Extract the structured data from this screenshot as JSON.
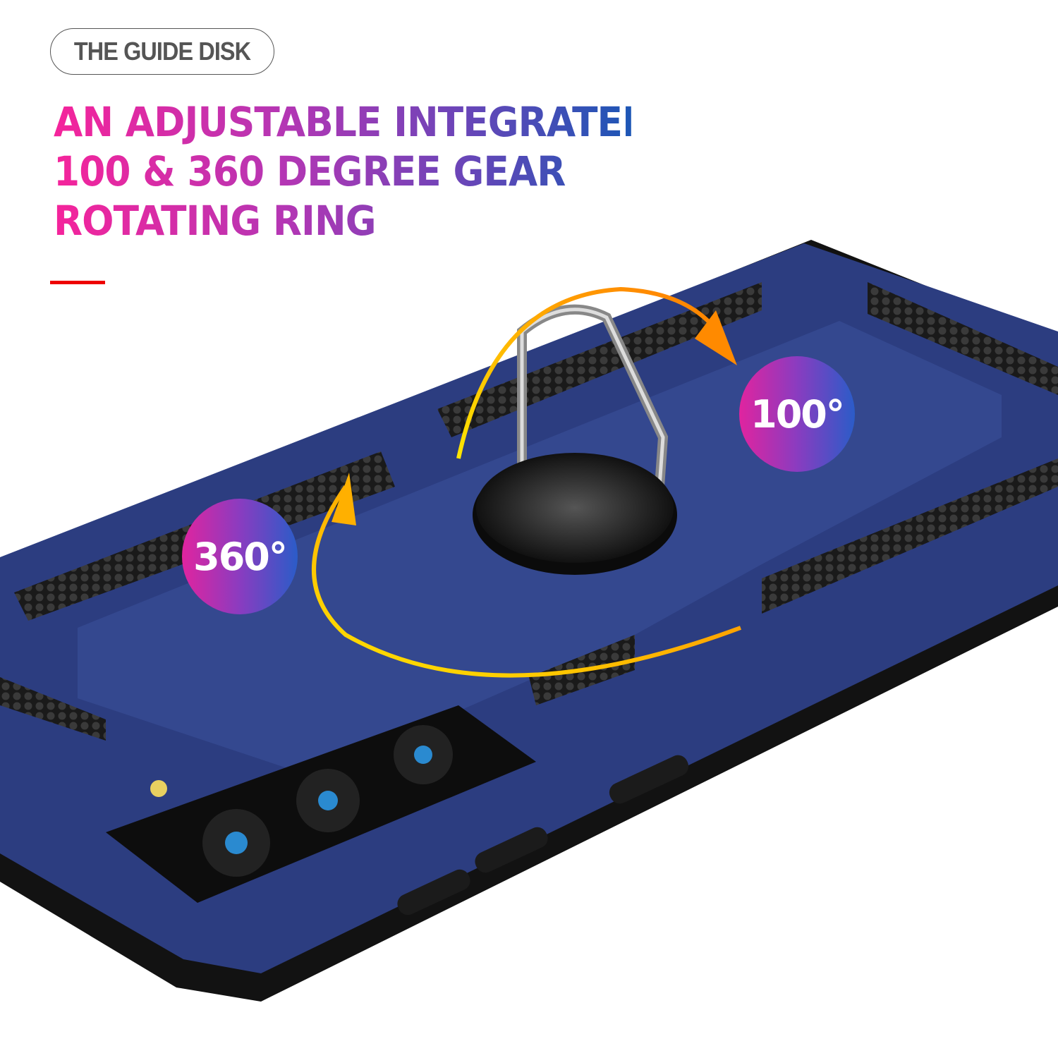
{
  "tag": "THE GUIDE DISK",
  "headline": [
    "AN ADJUSTABLE INTEGRATED",
    "100 & 360 DEGREE GEAR",
    "ROTATING RING"
  ],
  "badges": {
    "left": "360°",
    "right": "100°"
  },
  "colors": {
    "gradient_start": "#f5249b",
    "gradient_end": "#1d56b5",
    "accent_bar": "#ee0000",
    "case_blue": "#2c3d80",
    "arrow": "#ffb000"
  }
}
